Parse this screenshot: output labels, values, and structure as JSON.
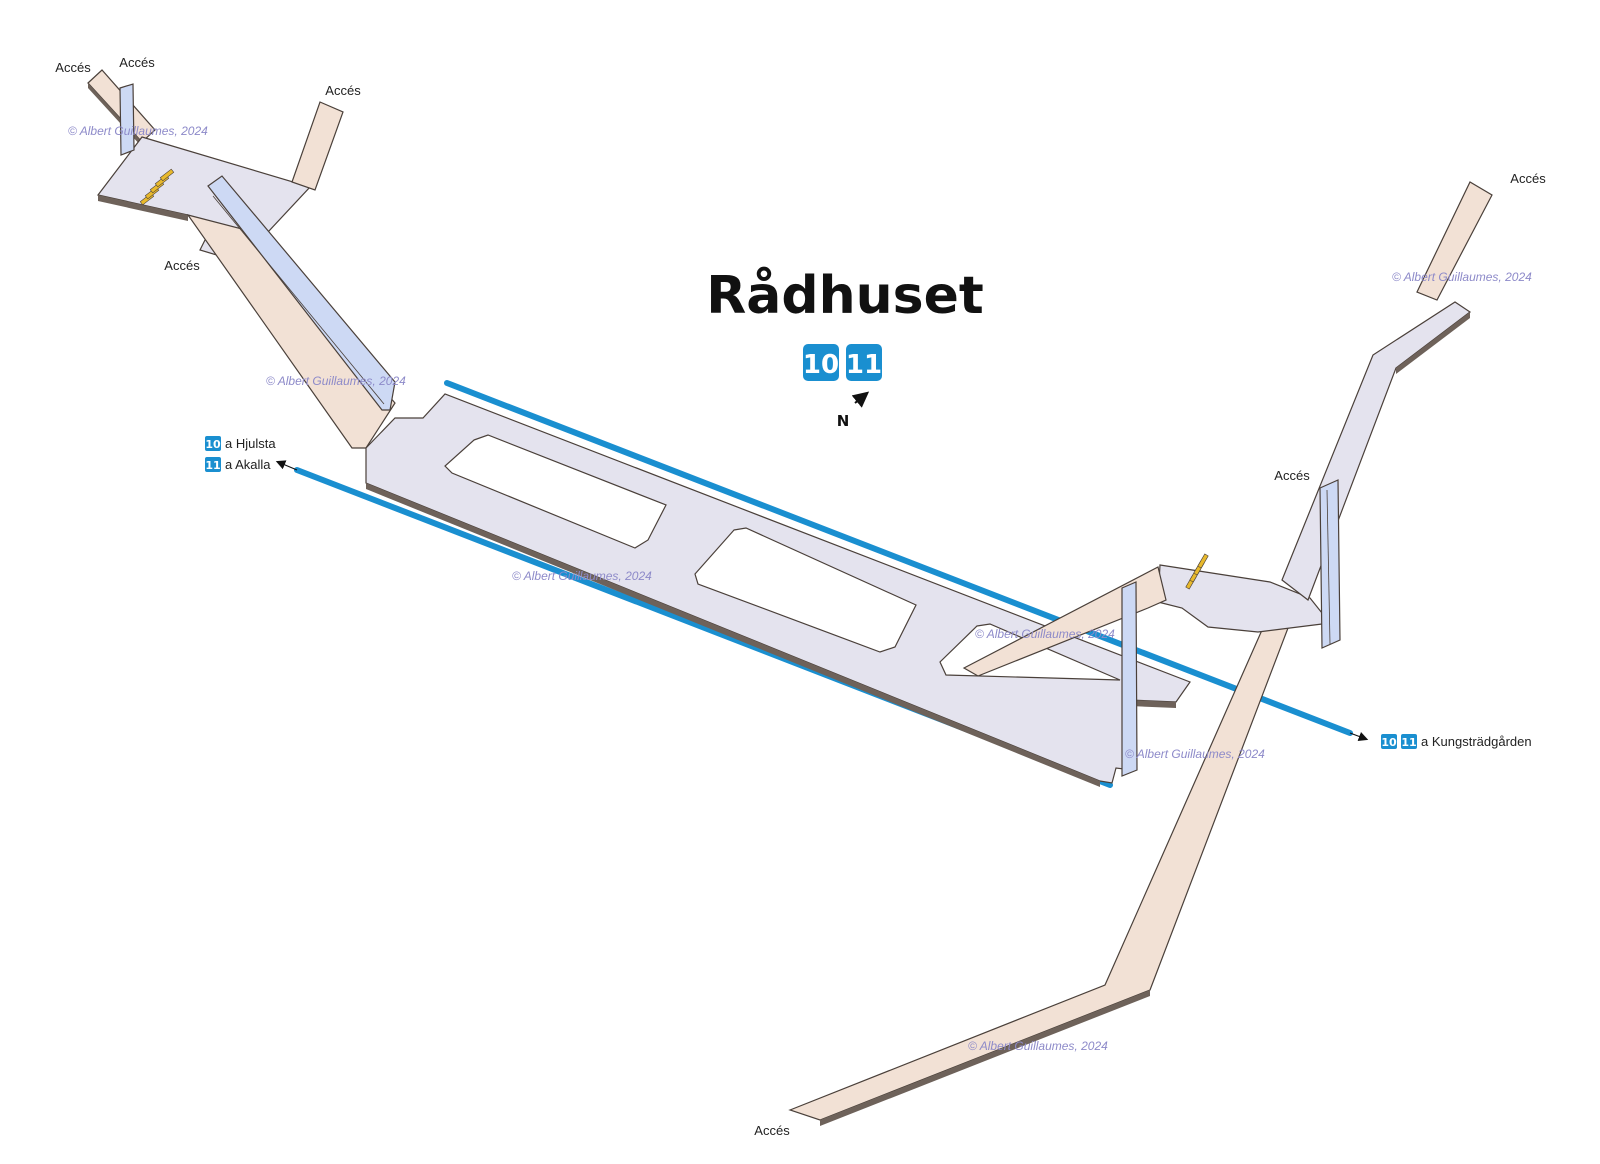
{
  "station": {
    "name": "Rådhuset",
    "lines": [
      "10",
      "11"
    ],
    "line_color": "#1a8fd0"
  },
  "compass": {
    "label": "N"
  },
  "access_label": "Accés",
  "directions": {
    "west": [
      {
        "line": "10",
        "text": "a Hjulsta"
      },
      {
        "line": "11",
        "text": "a Akalla"
      }
    ],
    "east": {
      "lines": [
        "10",
        "11"
      ],
      "text": "a Kungsträdgården"
    }
  },
  "watermark": "© Albert Guillaumes, 2024",
  "colors": {
    "floor": "#e4e3ee",
    "corridor": "#f2e1d5",
    "escalator": "#cdd9f4",
    "outline": "#4a403a",
    "stairs": "#e8b92c",
    "track": "#1a8fd0",
    "watermark": "#8d8ac9"
  }
}
